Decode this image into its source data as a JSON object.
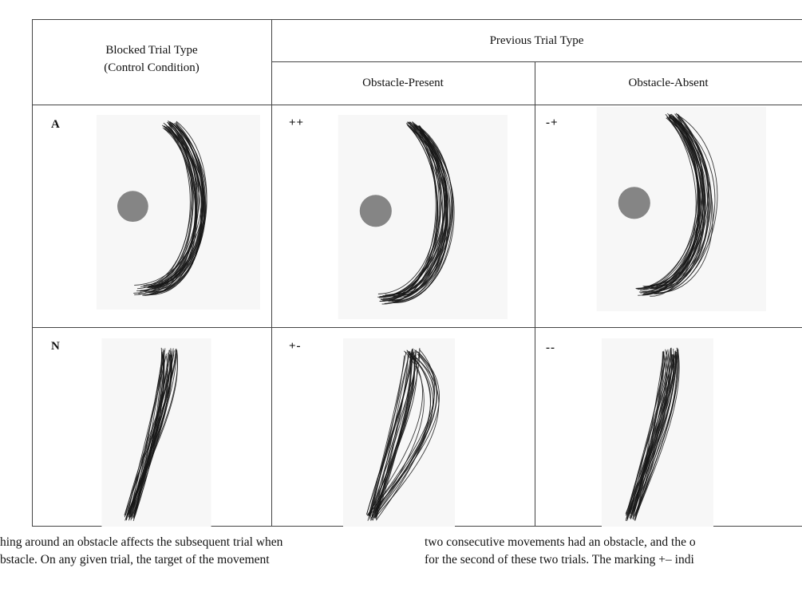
{
  "table": {
    "row_header_col": {
      "title_line1": "Blocked Trial Type",
      "title_line2": "(Control Condition)"
    },
    "previous_trial_header": "Previous Trial Type",
    "columns": [
      "Obstacle-Present",
      "Obstacle-Absent"
    ],
    "rows": [
      {
        "labels": [
          "A",
          "++",
          "-+"
        ],
        "obstacle": true
      },
      {
        "labels": [
          "N",
          "+-",
          "--"
        ],
        "obstacle": false
      }
    ]
  },
  "caption": {
    "left_line1": "hing around an obstacle affects the subsequent trial when",
    "left_line2": "bstacle. On any given trial, the target of the movement",
    "right_line1": "two consecutive movements had an obstacle, and the o",
    "right_line2": "for the second of these two trials. The marking +– indi"
  },
  "colors": {
    "obstacle": "#858585",
    "trajectory": "#161616",
    "grid_line": "#444444"
  }
}
